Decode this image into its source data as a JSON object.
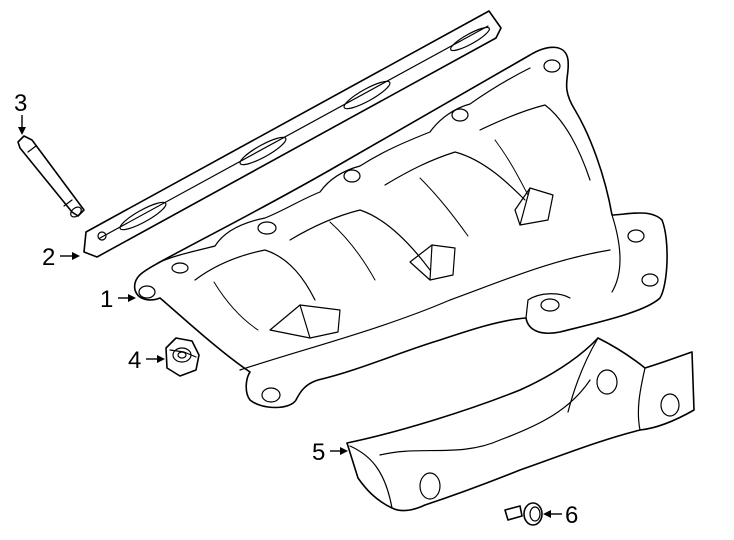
{
  "callouts": [
    {
      "id": "1",
      "label": "1"
    },
    {
      "id": "2",
      "label": "2"
    },
    {
      "id": "3",
      "label": "3"
    },
    {
      "id": "4",
      "label": "4"
    },
    {
      "id": "5",
      "label": "5"
    },
    {
      "id": "6",
      "label": "6"
    }
  ],
  "colors": {
    "line": "#000000",
    "fill": "#ffffff"
  }
}
